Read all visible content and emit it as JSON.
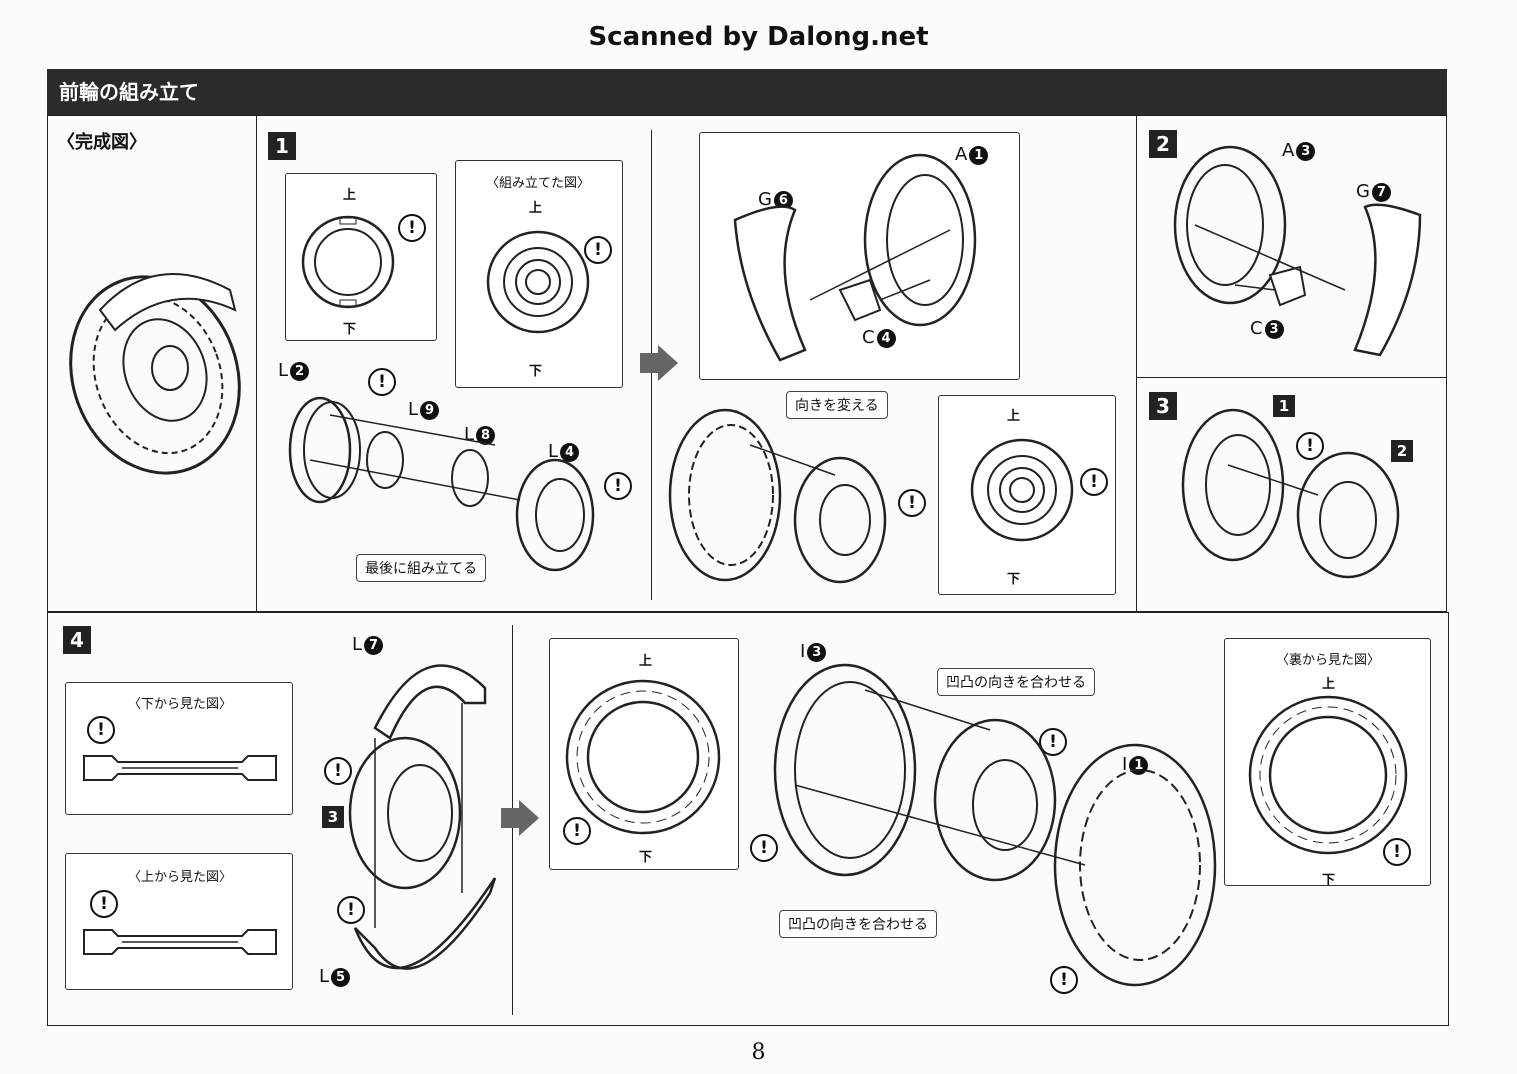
{
  "header": {
    "scanned_by": "Scanned by Dalong.net",
    "title": "前輪の組み立て"
  },
  "page_number": "8",
  "finished": {
    "caption": "〈完成図〉"
  },
  "step1": {
    "number": "1",
    "assembled_caption": "〈組み立てた図〉",
    "up": "上",
    "down": "下",
    "parts": {
      "l2": "L",
      "l2n": "2",
      "l9": "L",
      "l9n": "9",
      "l8": "L",
      "l8n": "8",
      "l4": "L",
      "l4n": "4"
    },
    "note_last": "最後に組み立てる"
  },
  "step1b": {
    "parts": {
      "a": "A",
      "an": "1",
      "g": "G",
      "gn": "6",
      "c": "C",
      "cn": "4"
    },
    "note_turn": "向きを変える",
    "up": "上",
    "down": "下"
  },
  "step2": {
    "number": "2",
    "parts": {
      "a": "A",
      "an": "3",
      "g": "G",
      "gn": "7",
      "c": "C",
      "cn": "3"
    }
  },
  "step3": {
    "number": "3",
    "sub1": "1",
    "sub2": "2"
  },
  "step4": {
    "number": "4",
    "bottom_view": "〈下から見た図〉",
    "top_view": "〈上から見た図〉",
    "parts": {
      "l7": "L",
      "l7n": "7",
      "l5": "L",
      "l5n": "5",
      "sub3": "3"
    }
  },
  "step4b": {
    "up": "上",
    "down": "下",
    "parts": {
      "i3": "I",
      "i3n": "3",
      "i1": "I",
      "i1n": "1"
    },
    "note_align1": "凹凸の向きを合わせる",
    "note_align2": "凹凸の向きを合わせる",
    "back_view": "〈裏から見た図〉",
    "up2": "上",
    "down2": "下"
  },
  "warning_glyph": "!"
}
